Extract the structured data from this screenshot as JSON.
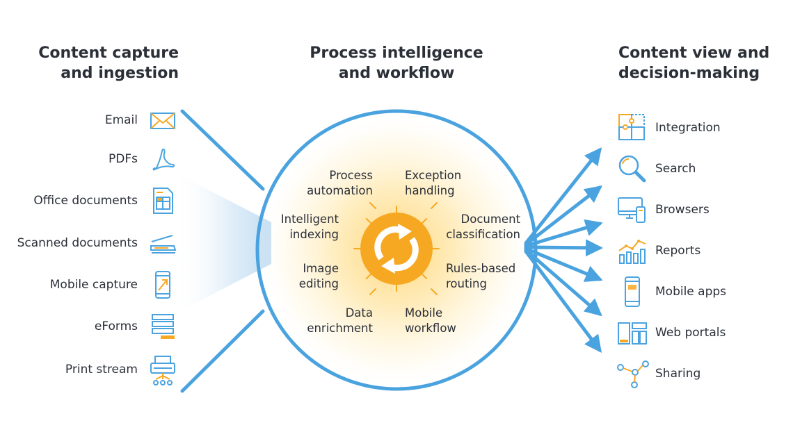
{
  "headings": {
    "left": [
      "Content capture",
      "and ingestion"
    ],
    "middle": [
      "Process intelligence",
      "and workflow"
    ],
    "right": [
      "Content view and",
      "decision-making"
    ]
  },
  "inputs": [
    {
      "label": "Email",
      "icon": "envelope-icon"
    },
    {
      "label": "PDFs",
      "icon": "pdf-icon"
    },
    {
      "label": "Office documents",
      "icon": "spreadsheet-document-icon"
    },
    {
      "label": "Scanned documents",
      "icon": "scanner-icon"
    },
    {
      "label": "Mobile capture",
      "icon": "mobile-capture-icon"
    },
    {
      "label": "eForms",
      "icon": "form-icon"
    },
    {
      "label": "Print stream",
      "icon": "printer-icon"
    }
  ],
  "processes": [
    {
      "lines": [
        "Process",
        "automation"
      ]
    },
    {
      "lines": [
        "Exception",
        "handling"
      ]
    },
    {
      "lines": [
        "Intelligent",
        "indexing"
      ]
    },
    {
      "lines": [
        "Document",
        "classification"
      ]
    },
    {
      "lines": [
        "Image",
        "editing"
      ]
    },
    {
      "lines": [
        "Rules-based",
        "routing"
      ]
    },
    {
      "lines": [
        "Data",
        "enrichment"
      ]
    },
    {
      "lines": [
        "Mobile",
        "workflow"
      ]
    }
  ],
  "outputs": [
    {
      "label": "Integration",
      "icon": "puzzle-icon"
    },
    {
      "label": "Search",
      "icon": "magnifier-icon"
    },
    {
      "label": "Browsers",
      "icon": "devices-icon"
    },
    {
      "label": "Reports",
      "icon": "bar-chart-icon"
    },
    {
      "label": "Mobile apps",
      "icon": "smartphone-icon"
    },
    {
      "label": "Web portals",
      "icon": "layout-icon"
    },
    {
      "label": "Sharing",
      "icon": "share-icon"
    }
  ],
  "colors": {
    "blue": "#4aa3df",
    "orange": "#f7a823",
    "text": "#2b3038",
    "glow": "#ffdd8a"
  }
}
